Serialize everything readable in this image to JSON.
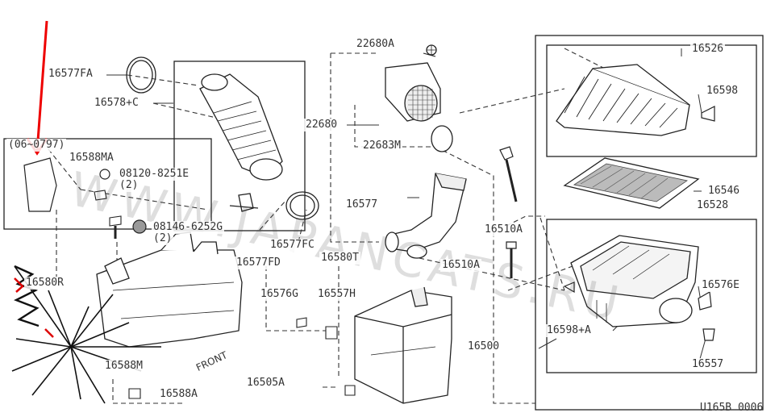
{
  "watermark": "WWW.JAPANCATS.RU",
  "footer_code": "U165B 0006",
  "front_label": "FRONT",
  "inset_code": "(06~0797)",
  "labels": {
    "l16577fa": "16577FA",
    "l16578c": "16578+C",
    "l16588ma": "16588MA",
    "l08120": "08120-8251E",
    "l08120_qty": "(2)",
    "l08146": "08146-6252G",
    "l08146_qty": "(2)",
    "l16577fc": "16577FC",
    "l16577fd": "16577FD",
    "l16580t": "16580T",
    "l16580r": "16580R",
    "l22680a": "22680A",
    "l22680": "22680",
    "l22683m": "22683M",
    "l16577": "16577",
    "l16576g": "16576G",
    "l16557h": "16557H",
    "l16510a_1": "16510A",
    "l16510a_2": "16510A",
    "l16500": "16500",
    "l16505a": "16505A",
    "l16588m": "16588M",
    "l16588a": "16588A",
    "l16526": "16526",
    "l16598": "16598",
    "l16546": "16546",
    "l16528": "16528",
    "l16576e": "16576E",
    "l16598a": "16598+A",
    "l16557": "16557"
  }
}
